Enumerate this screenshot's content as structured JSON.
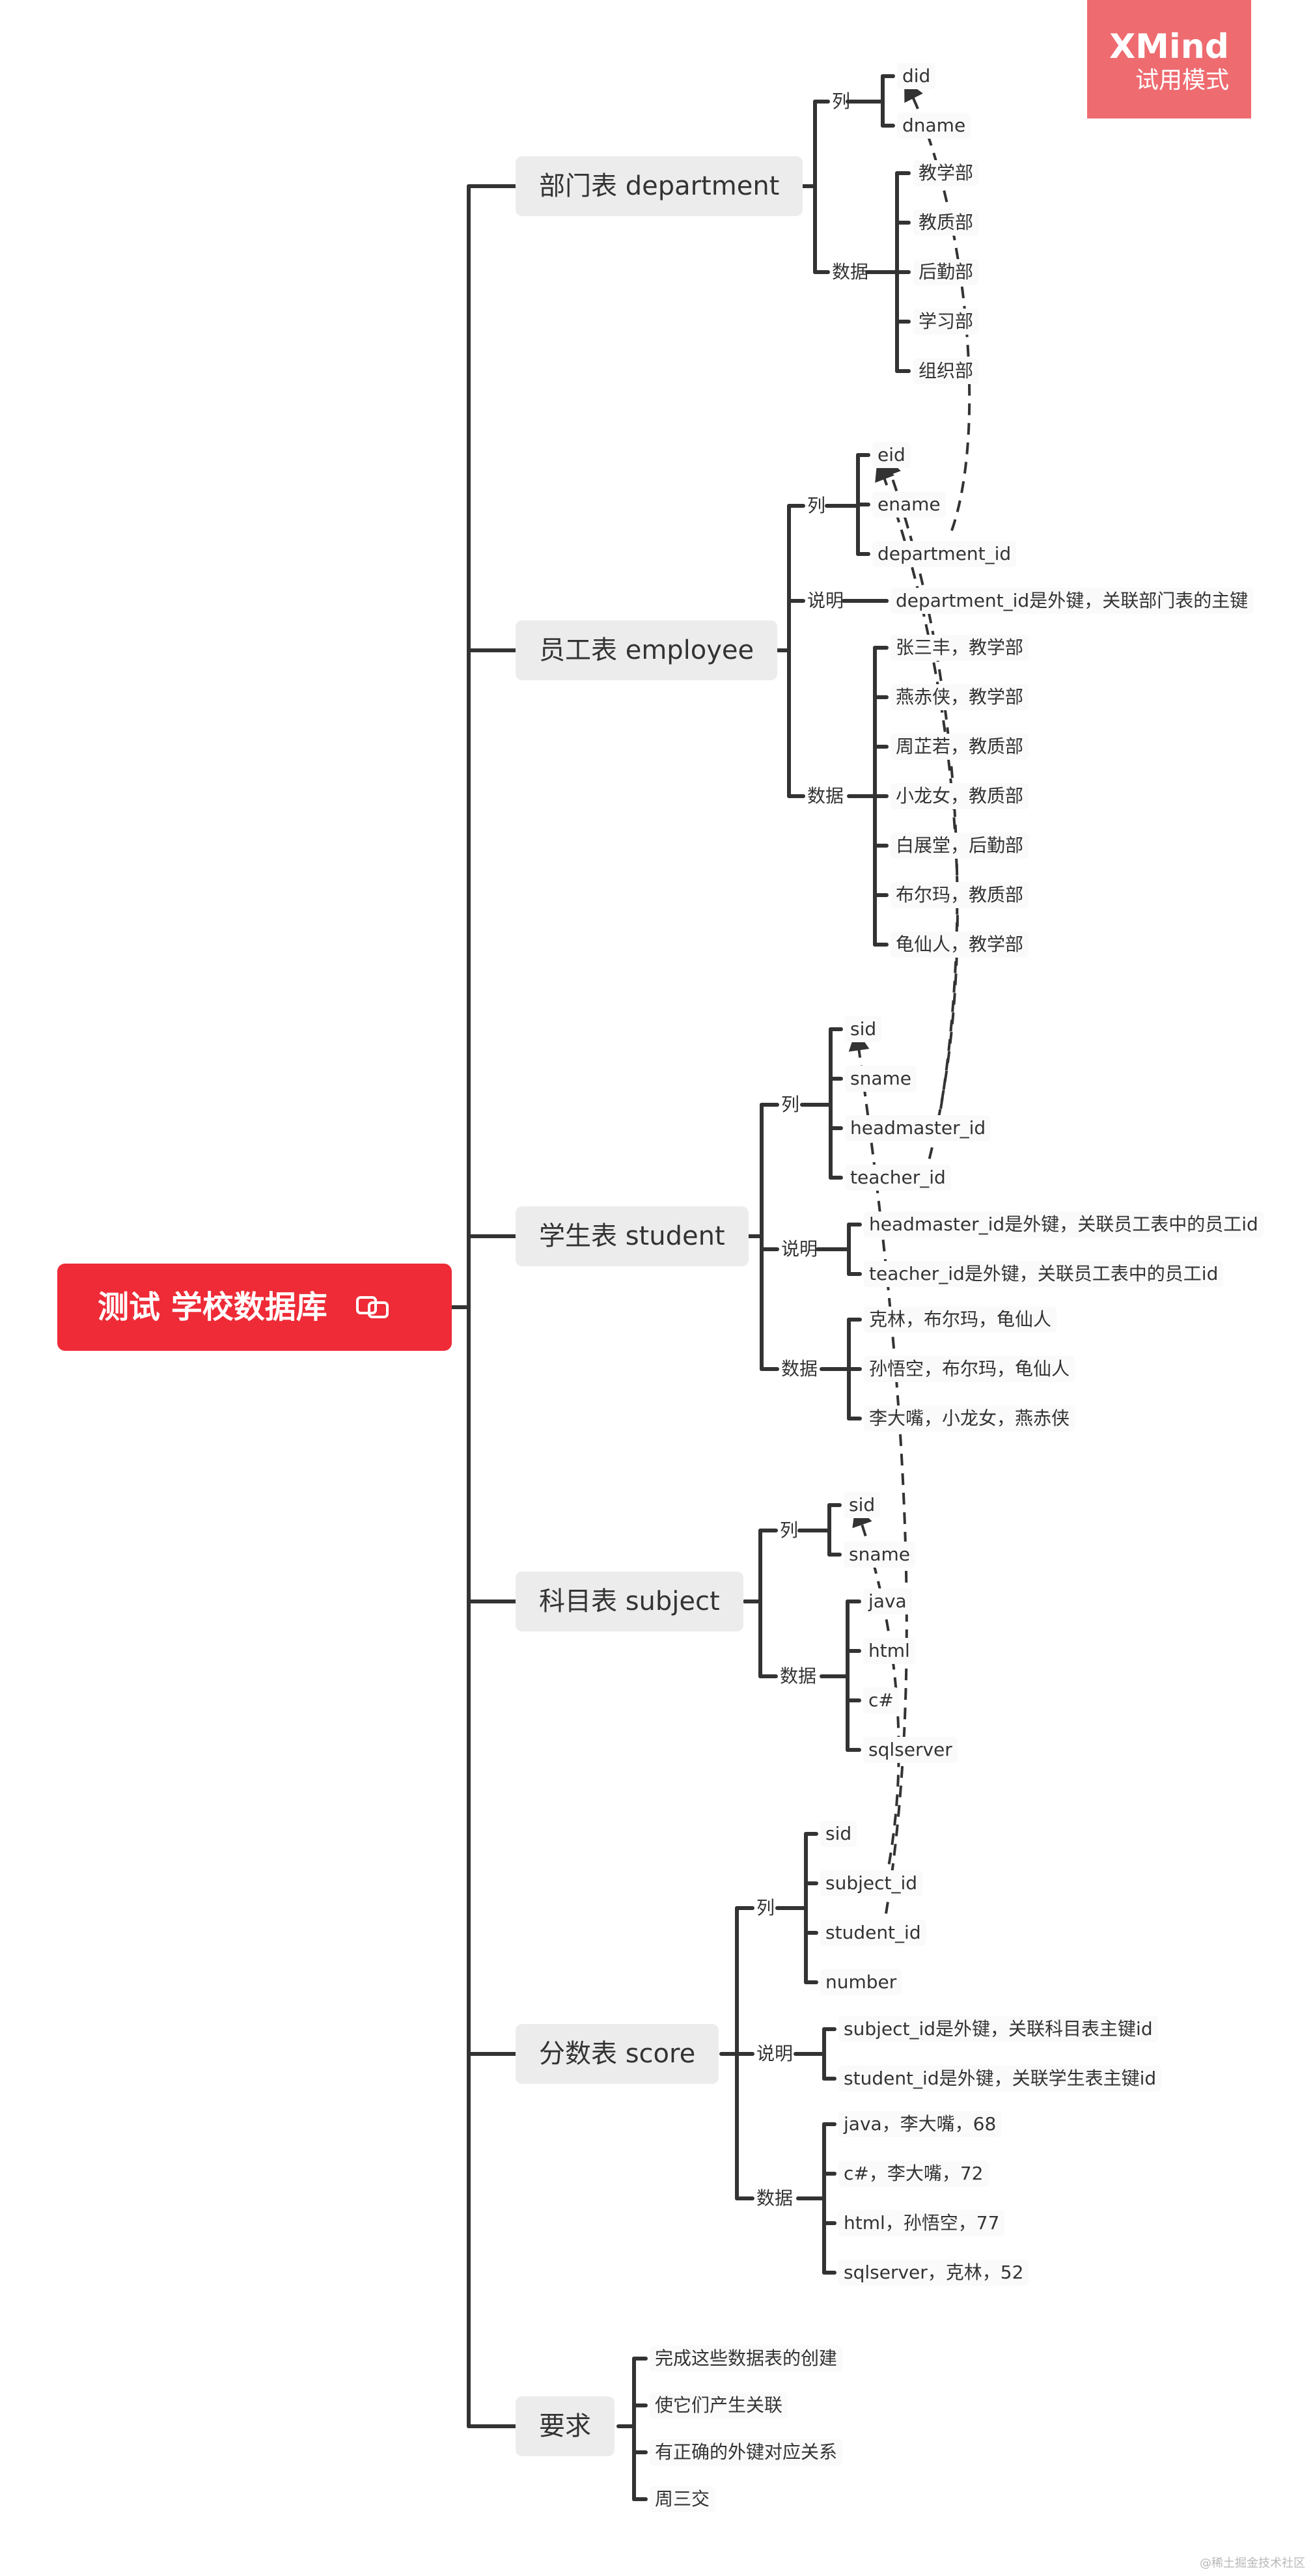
{
  "watermark": {
    "brand": "XMind",
    "mode": "试用模式"
  },
  "footer": "@稀土掘金技术社区",
  "root": {
    "label": "测试 学校数据库",
    "icon": "link-icon"
  },
  "branches": {
    "department": {
      "label": "部门表 department",
      "columns_label": "列",
      "columns": [
        "did",
        "dname"
      ],
      "data_label": "数据",
      "data": [
        "教学部",
        "教质部",
        "后勤部",
        "学习部",
        "组织部"
      ]
    },
    "employee": {
      "label": "员工表 employee",
      "columns_label": "列",
      "columns": [
        "eid",
        "ename",
        "department_id"
      ],
      "note_label": "说明",
      "note": "department_id是外键，关联部门表的主键",
      "data_label": "数据",
      "data": [
        "张三丰，教学部",
        "燕赤侠，教学部",
        "周芷若，教质部",
        "小龙女，教质部",
        "白展堂，后勤部",
        "布尔玛，教质部",
        "龟仙人，教学部"
      ]
    },
    "student": {
      "label": "学生表 student",
      "columns_label": "列",
      "columns": [
        "sid",
        "sname",
        "headmaster_id",
        "teacher_id"
      ],
      "note_label": "说明",
      "notes": [
        "headmaster_id是外键，关联员工表中的员工id",
        "teacher_id是外键，关联员工表中的员工id"
      ],
      "data_label": "数据",
      "data": [
        "克林，布尔玛，龟仙人",
        "孙悟空，布尔玛，龟仙人",
        "李大嘴，小龙女，燕赤侠"
      ]
    },
    "subject": {
      "label": "科目表 subject",
      "columns_label": "列",
      "columns": [
        "sid",
        "sname"
      ],
      "data_label": "数据",
      "data": [
        "java",
        "html",
        "c#",
        "sqlserver"
      ]
    },
    "score": {
      "label": "分数表 score",
      "columns_label": "列",
      "columns": [
        "sid",
        "subject_id",
        "student_id",
        "number"
      ],
      "note_label": "说明",
      "notes": [
        "subject_id是外键，关联科目表主键id",
        "student_id是外键，关联学生表主键id"
      ],
      "data_label": "数据",
      "data": [
        "java，李大嘴，68",
        "c#，李大嘴，72",
        "html，孙悟空，77",
        "sqlserver，克林，52"
      ]
    },
    "requirements": {
      "label": "要求",
      "items": [
        "完成这些数据表的创建",
        "使它们产生关联",
        "有正确的外键对应关系",
        "周三交"
      ]
    }
  },
  "colors": {
    "root": "#ee2b37",
    "main_bg": "#ececec",
    "line": "#333333",
    "watermark": "#ee6b70"
  }
}
